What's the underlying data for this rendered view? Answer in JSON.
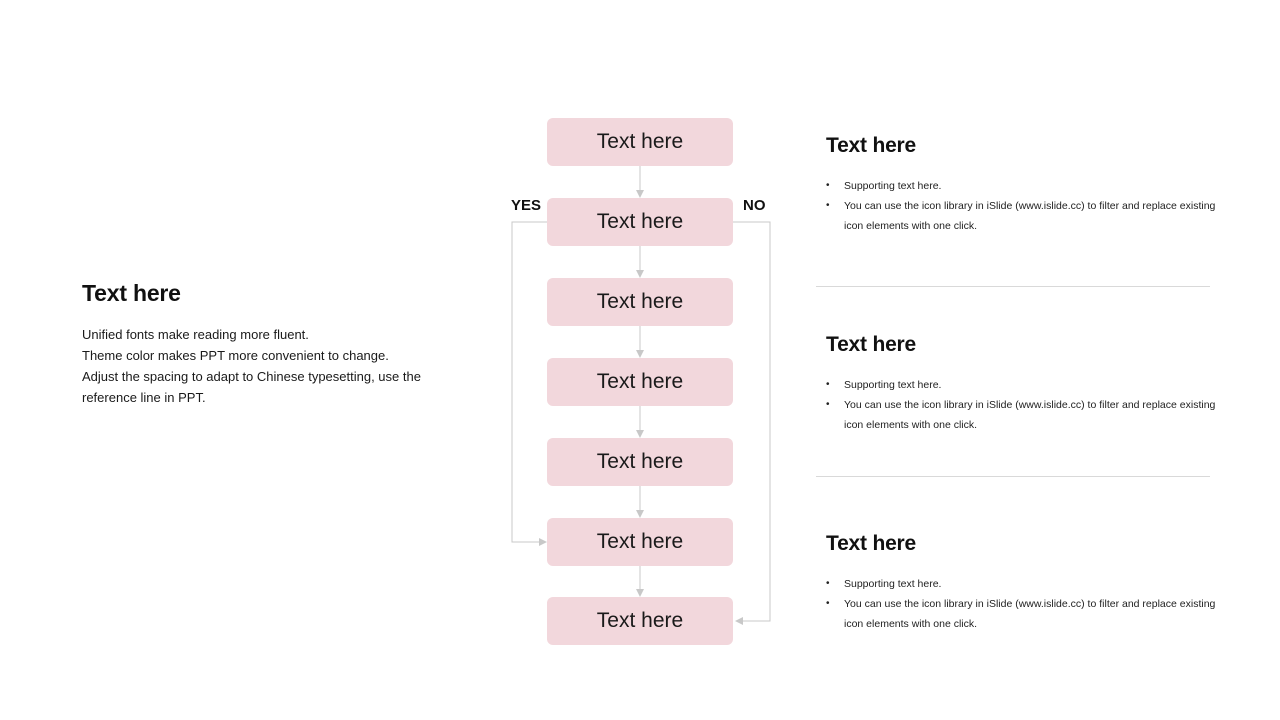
{
  "colors": {
    "box_fill": "#f2d7dc",
    "connector": "#c8c8c8",
    "divider": "#d9d9d9",
    "text": "#111111"
  },
  "left": {
    "title": "Text here",
    "lines": [
      "Unified fonts make reading more fluent.",
      "Theme color makes PPT more convenient to change.",
      "Adjust the spacing to adapt to Chinese typesetting, use the",
      "reference line in PPT."
    ]
  },
  "flow": {
    "yes_label": "YES",
    "no_label": "NO",
    "steps": [
      "Text here",
      "Text here",
      "Text here",
      "Text here",
      "Text here",
      "Text here",
      "Text here"
    ]
  },
  "right": {
    "sections": [
      {
        "title": "Text here",
        "bullets": [
          "Supporting text here.",
          "You can use the icon library in iSlide  (www.islide.cc) to filter and replace existing icon elements with one click."
        ]
      },
      {
        "title": "Text here",
        "bullets": [
          "Supporting text here.",
          "You can use the icon library in iSlide  (www.islide.cc) to filter and replace existing icon elements with one click."
        ]
      },
      {
        "title": "Text here",
        "bullets": [
          "Supporting text here.",
          "You can use the icon library in iSlide  (www.islide.cc) to filter and replace existing icon elements with one click."
        ]
      }
    ]
  }
}
